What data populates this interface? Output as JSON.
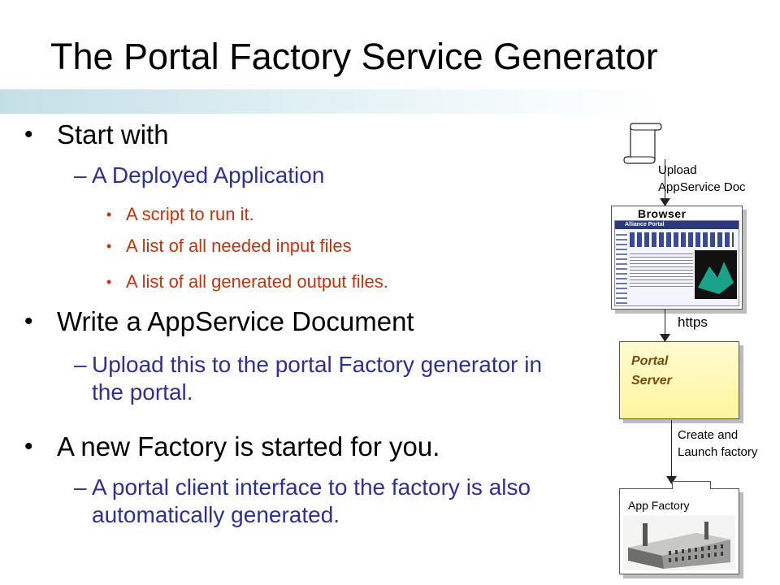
{
  "slide": {
    "title": "The Portal Factory Service Generator",
    "bullets": [
      {
        "text": "Start with",
        "sub": [
          {
            "text": "A Deployed Application",
            "sub": [
              "A script to run it.",
              "A list of all needed input files",
              "A list of all generated output files."
            ]
          }
        ]
      },
      {
        "text": "Write a AppService Document",
        "sub": [
          {
            "text": "Upload this to the portal Factory generator in the portal.",
            "sub": []
          }
        ]
      },
      {
        "text": "A new Factory is started for you.",
        "sub": [
          {
            "text": "A portal client interface to the factory is also automatically generated.",
            "sub": []
          }
        ]
      }
    ]
  },
  "diagram": {
    "upload_label": [
      "Upload",
      "AppService Doc"
    ],
    "browser_label": "Browser",
    "browser_screenshot_title": "Alliance Portal",
    "https_label": "https",
    "portal_server_label": [
      "Portal",
      "Server"
    ],
    "create_label": [
      "Create and",
      "Launch factory"
    ],
    "app_factory_label": "App Factory"
  },
  "colors": {
    "level2_text": "#2f3192",
    "level3_text": "#c0350e",
    "portal_server_fill": "#fff8b8",
    "browser_border": "#4a4a4a"
  },
  "icons": [
    "document-scroll-icon",
    "arrow-down-icon",
    "factory-photo"
  ]
}
